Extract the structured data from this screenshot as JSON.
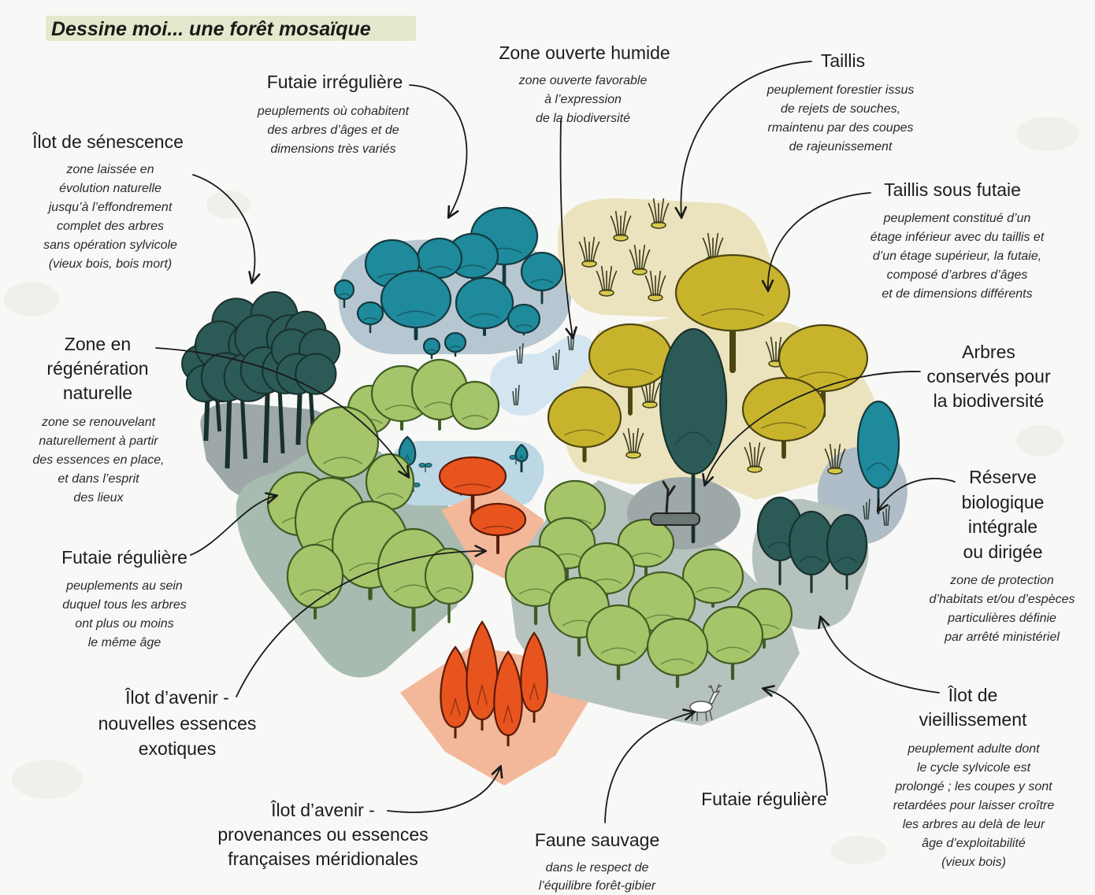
{
  "title": "Dessine moi... une forêt mosaïque",
  "labels": {
    "futaie_irreguliere": {
      "title": [
        "Futaie irrégulière"
      ],
      "desc": [
        "peuplements où cohabitent",
        "des arbres d’âges et de",
        "dimensions très variés"
      ]
    },
    "zone_ouverte_humide": {
      "title": [
        "Zone ouverte humide"
      ],
      "desc": [
        "zone ouverte favorable",
        "à l’expression",
        "de la biodiversité"
      ]
    },
    "taillis": {
      "title": [
        "Taillis"
      ],
      "desc": [
        "peuplement forestier issus",
        "de rejets de souches,",
        "rmaintenu par des coupes",
        "de rajeunissement"
      ]
    },
    "ilot_senescence": {
      "title": [
        "Îlot de sénescence"
      ],
      "desc": [
        "zone laissée en",
        "évolution naturelle",
        "jusqu’à l’effondrement",
        "complet des arbres",
        "sans opération sylvicole",
        "(vieux bois, bois mort)"
      ]
    },
    "taillis_sous_futaie": {
      "title": [
        "Taillis sous futaie"
      ],
      "desc": [
        "peuplement constitué d’un",
        "étage inférieur avec du taillis et",
        "d’un étage supérieur, la futaie,",
        "composé d’arbres d’âges",
        "et de dimensions différents"
      ]
    },
    "regeneration_naturelle": {
      "title": [
        "Zone en",
        "régénération",
        "naturelle"
      ],
      "desc": [
        "zone se renouvelant",
        "naturellement à partir",
        "des essences en place,",
        "et dans l’esprit",
        "des lieux"
      ]
    },
    "arbres_conserves": {
      "title": [
        "Arbres",
        "conservés pour",
        "la biodiversité"
      ]
    },
    "reserve_biologique": {
      "title": [
        "Réserve",
        "biologique",
        "intégrale",
        "ou dirigée"
      ],
      "desc": [
        "zone de protection",
        "d’habitats et/ou d’espèces",
        "particulières définie",
        "par arrêté ministériel"
      ]
    },
    "futaie_reguliere_gauche": {
      "title": [
        "Futaie régulière"
      ],
      "desc": [
        "peuplements au sein",
        "duquel tous les arbres",
        "ont plus ou moins",
        "le même âge"
      ]
    },
    "ilot_avenir_exotiques": {
      "title": [
        "Îlot d’avenir -",
        "nouvelles essences",
        "exotiques"
      ]
    },
    "ilot_vieillissement": {
      "title": [
        "Îlot de",
        "vieillissement"
      ],
      "desc": [
        "peuplement adulte dont",
        "le cycle sylvicole est",
        "prolongé ; les coupes y sont",
        "retardées pour laisser croître",
        "les arbres au delà de leur",
        "âge d’exploitabilité",
        "(vieux bois)"
      ]
    },
    "ilot_avenir_meridionales": {
      "title": [
        "Îlot d’avenir -",
        "provenances ou essences",
        "françaises méridionales"
      ]
    },
    "futaie_reguliere_bas": {
      "title": [
        "Futaie régulière"
      ]
    },
    "faune_sauvage": {
      "title": [
        "Faune sauvage"
      ],
      "desc": [
        "dans le respect de",
        "l’équilibre forêt-gibier"
      ]
    }
  },
  "palette": {
    "ink": "#1c1c1c",
    "teal": "#1e8a9b",
    "teal_stroke": "#143a40",
    "dark_green": "#2c5b57",
    "dark_green_stroke": "#18302d",
    "olive_yellow": "#c8b42c",
    "olive_stroke": "#4d4510",
    "light_green": "#a6c46a",
    "light_green_stroke": "#3f5c22",
    "orange": "#e8541e",
    "orange_stroke": "#5a1a08",
    "stump": "#d8c94a",
    "zone_blue_grey": "#b7c7d1",
    "zone_beige": "#ebe3bd",
    "zone_grey": "#9ea8a8",
    "zone_grey_green": "#a8bbb1",
    "zone_light_blue": "#d3e5f0",
    "zone_water_blue": "#bcd8e4",
    "zone_peach": "#f2b899",
    "zone_pale_grey": "#b6c2bd",
    "zone_reserve": "#aebdc7",
    "title_highlight": "#e2e9cc",
    "background": "#f8f8f6"
  }
}
